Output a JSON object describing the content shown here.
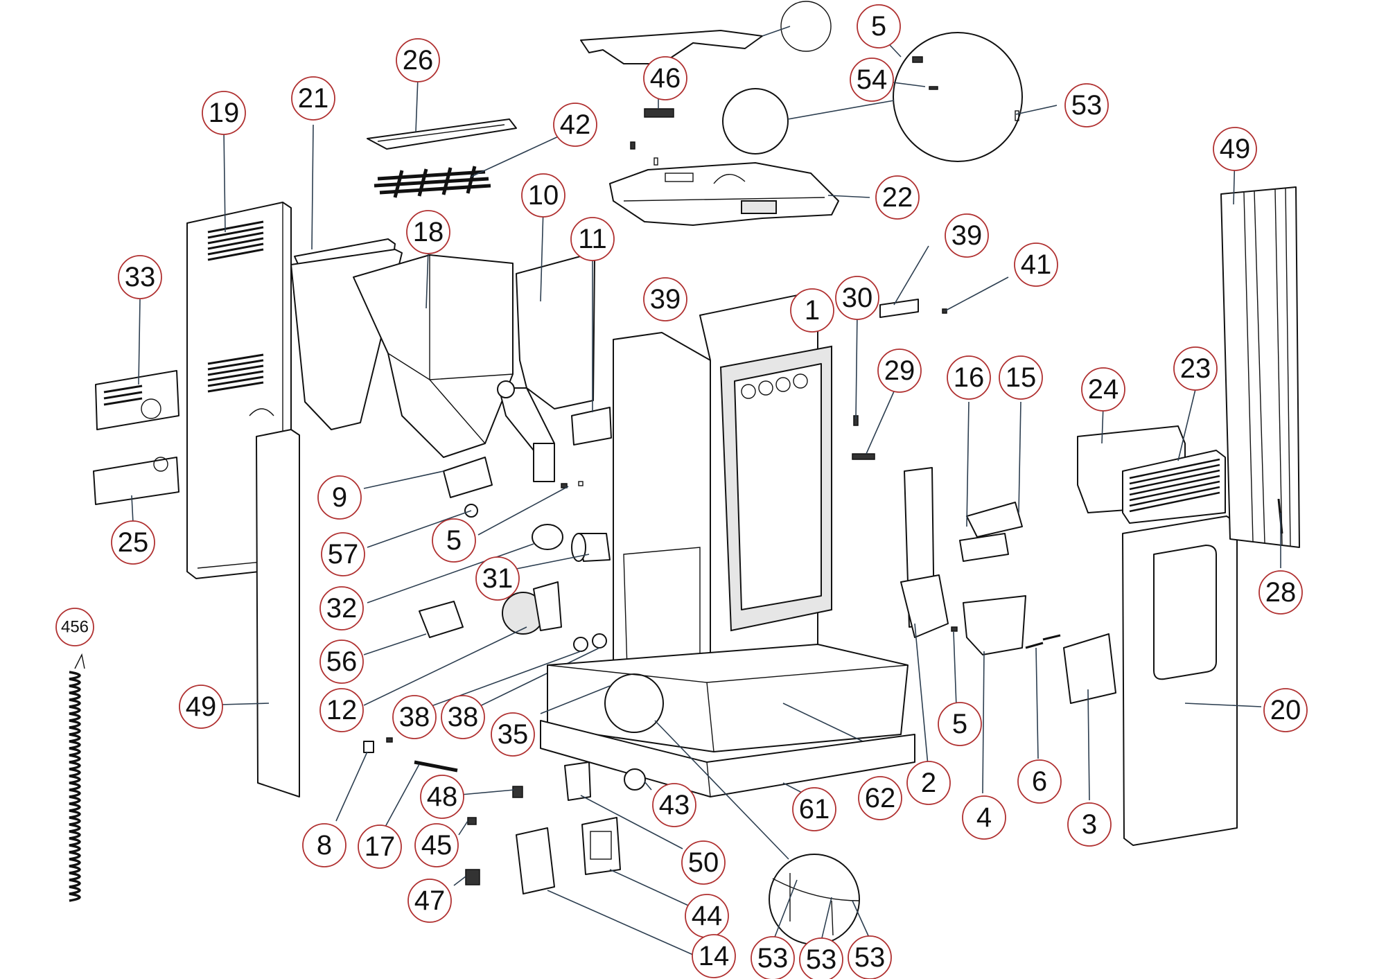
{
  "diagram": {
    "callouts": [
      {
        "id": "c-5-top",
        "label": "5"
      },
      {
        "id": "c-54",
        "label": "54"
      },
      {
        "id": "c-53-top",
        "label": "53"
      },
      {
        "id": "c-46",
        "label": "46"
      },
      {
        "id": "c-26",
        "label": "26"
      },
      {
        "id": "c-42",
        "label": "42"
      },
      {
        "id": "c-19",
        "label": "19"
      },
      {
        "id": "c-21",
        "label": "21"
      },
      {
        "id": "c-18",
        "label": "18"
      },
      {
        "id": "c-10",
        "label": "10"
      },
      {
        "id": "c-11",
        "label": "11"
      },
      {
        "id": "c-22",
        "label": "22"
      },
      {
        "id": "c-49-right",
        "label": "49"
      },
      {
        "id": "c-39-right",
        "label": "39"
      },
      {
        "id": "c-41",
        "label": "41"
      },
      {
        "id": "c-33",
        "label": "33"
      },
      {
        "id": "c-39-mid",
        "label": "39"
      },
      {
        "id": "c-1",
        "label": "1"
      },
      {
        "id": "c-30",
        "label": "30"
      },
      {
        "id": "c-29",
        "label": "29"
      },
      {
        "id": "c-16",
        "label": "16"
      },
      {
        "id": "c-15",
        "label": "15"
      },
      {
        "id": "c-24",
        "label": "24"
      },
      {
        "id": "c-23",
        "label": "23"
      },
      {
        "id": "c-9",
        "label": "9"
      },
      {
        "id": "c-57",
        "label": "57"
      },
      {
        "id": "c-5-mid",
        "label": "5"
      },
      {
        "id": "c-25",
        "label": "25"
      },
      {
        "id": "c-31",
        "label": "31"
      },
      {
        "id": "c-32",
        "label": "32"
      },
      {
        "id": "c-28",
        "label": "28"
      },
      {
        "id": "c-456",
        "label": "456"
      },
      {
        "id": "c-56",
        "label": "56"
      },
      {
        "id": "c-49-left",
        "label": "49"
      },
      {
        "id": "c-12",
        "label": "12"
      },
      {
        "id": "c-38-a",
        "label": "38"
      },
      {
        "id": "c-38-b",
        "label": "38"
      },
      {
        "id": "c-35",
        "label": "35"
      },
      {
        "id": "c-5-low",
        "label": "5"
      },
      {
        "id": "c-20",
        "label": "20"
      },
      {
        "id": "c-2",
        "label": "2"
      },
      {
        "id": "c-62",
        "label": "62"
      },
      {
        "id": "c-6",
        "label": "6"
      },
      {
        "id": "c-61",
        "label": "61"
      },
      {
        "id": "c-4",
        "label": "4"
      },
      {
        "id": "c-3",
        "label": "3"
      },
      {
        "id": "c-48",
        "label": "48"
      },
      {
        "id": "c-43",
        "label": "43"
      },
      {
        "id": "c-8",
        "label": "8"
      },
      {
        "id": "c-17",
        "label": "17"
      },
      {
        "id": "c-45",
        "label": "45"
      },
      {
        "id": "c-50",
        "label": "50"
      },
      {
        "id": "c-47",
        "label": "47"
      },
      {
        "id": "c-44",
        "label": "44"
      },
      {
        "id": "c-14",
        "label": "14"
      },
      {
        "id": "c-53-a",
        "label": "53"
      },
      {
        "id": "c-53-b",
        "label": "53"
      },
      {
        "id": "c-53-c",
        "label": "53"
      }
    ]
  }
}
